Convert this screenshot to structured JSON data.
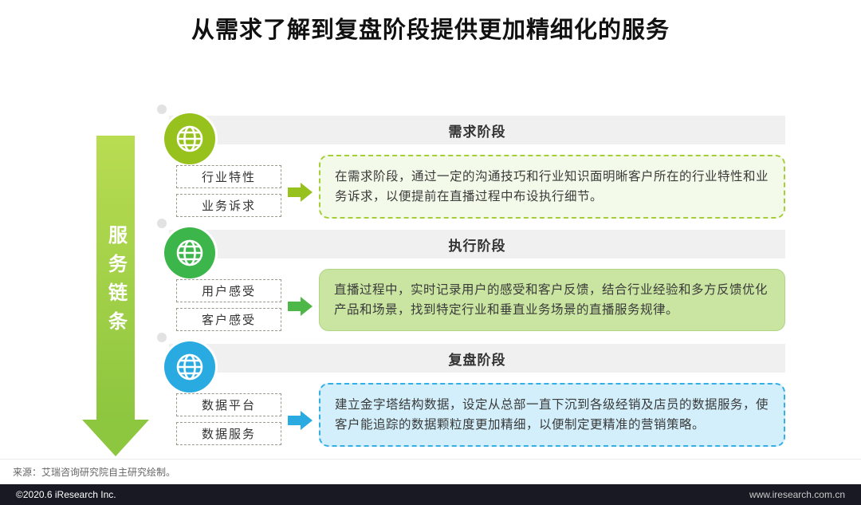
{
  "title": "从需求了解到复盘阶段提供更加精细化的服务",
  "chain_label": "服务链条",
  "stages": [
    {
      "name": "需求阶段",
      "tags": [
        "行业特性",
        "业务诉求"
      ],
      "description": "在需求阶段，通过一定的沟通技巧和行业知识面明晰客户所在的行业特性和业务诉求，以便提前在直播过程中布设执行细节。",
      "accent_color": "#97C21E"
    },
    {
      "name": "执行阶段",
      "tags": [
        "用户感受",
        "客户感受"
      ],
      "description": "直播过程中，实时记录用户的感受和客户反馈，结合行业经验和多方反馈优化产品和场景，找到特定行业和垂直业务场景的直播服务规律。",
      "accent_color": "#3CB54A"
    },
    {
      "name": "复盘阶段",
      "tags": [
        "数据平台",
        "数据服务"
      ],
      "description": "建立金字塔结构数据，设定从总部一直下沉到各级经销及店员的数据服务，使客户能追踪的数据颗粒度更加精细，以便制定更精准的营销策略。",
      "accent_color": "#29ABE2"
    }
  ],
  "source": "来源：艾瑞咨询研究院自主研究绘制。",
  "footer": {
    "left": "©2020.6 iResearch Inc.",
    "right": "www.iresearch.com.cn"
  },
  "colors": {
    "chain_arrow": "#8DC63F",
    "header_bar": "#F0F0F0",
    "footer_bar": "#191923",
    "box1_bg": "#F4FAEA",
    "box2_bg": "#C9E5A1",
    "box3_bg": "#D2EFFB"
  }
}
